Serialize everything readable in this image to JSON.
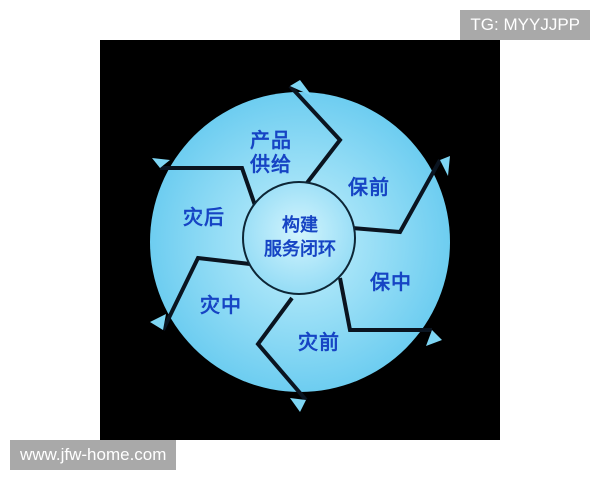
{
  "watermarks": {
    "top_right": "TG: MYYJJPP",
    "bottom_left": "www.jfw-home.com"
  },
  "diagram": {
    "type": "cycle",
    "center": {
      "line1": "构建",
      "line2": "服务闭环"
    },
    "segments": [
      {
        "label_line1": "产品",
        "label_line2": "供给"
      },
      {
        "label_line1": "保前",
        "label_line2": ""
      },
      {
        "label_line1": "保中",
        "label_line2": ""
      },
      {
        "label_line1": "灾前",
        "label_line2": ""
      },
      {
        "label_line1": "灾中",
        "label_line2": ""
      },
      {
        "label_line1": "灾后",
        "label_line2": ""
      }
    ],
    "colors": {
      "background": "#000000",
      "segment_light": "#a8e4f8",
      "segment_mid": "#6fd0f2",
      "center_fill": "#b8ecfa",
      "text": "#1644c4"
    }
  }
}
